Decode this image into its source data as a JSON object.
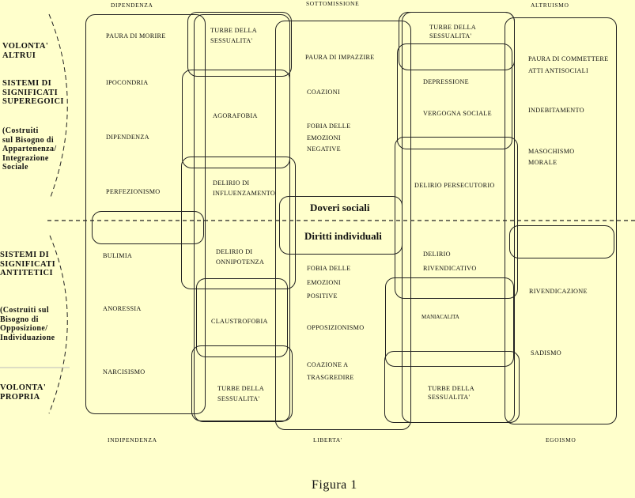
{
  "axes": {
    "top": [
      "DIPENDENZA",
      "SOTTOMISSIONE",
      "ALTRUISMO"
    ],
    "bottom": [
      "INDIPENDENZA",
      "LIBERTA'",
      "EGOISMO"
    ]
  },
  "left_panel": {
    "volonta_altrui": "VOLONTA'\nALTRUI",
    "sistemi_superegoici": "SISTEMI DI\nSIGNIFICATI\nSUPEREGOICI",
    "costruiti_appartenenza": "(Costruiti\nsul Bisogno di\nAppartenenza/\nIntegrazione\nSociale",
    "sistemi_antitetici": "SISTEMI DI\nSIGNIFICATI\nANTITETICI",
    "costruiti_opposizione": "(Costruiti sul\nBisogno di\nOpposizione/\nIndividuazione",
    "volonta_propria": "VOLONTA'\nPROPRIA"
  },
  "center": {
    "doveri": "Doveri sociali",
    "diritti": "Diritti individuali"
  },
  "labels": {
    "paura_morire": "PAURA DI MORIRE",
    "ipocondria": "IPOCONDRIA",
    "dipendenza": "DIPENDENZA",
    "perfezionismo": "PERFEZIONISMO",
    "bulimia": "BULIMIA",
    "anoressia": "ANORESSIA",
    "narcisismo": "NARCISISMO",
    "turbe_top_left": "TURBE DELLA\nSESSUALITA'",
    "agorafobia": "AGORAFOBIA",
    "delirio_influenzamento": "DELIRIO DI\nINFLUENZAMENTO",
    "delirio_onnipotenza": "DELIRIO DI\nONNIPOTENZA",
    "claustrofobia": "CLAUSTROFOBIA",
    "turbe_bottom_left": "TURBE DELLA\nSESSUALITA'",
    "paura_impazzire": "PAURA DI IMPAZZIRE",
    "coazioni": "COAZIONI",
    "fobia_negative": "FOBIA DELLE\nEMOZIONI\n NEGATIVE",
    "fobia_positive": "FOBIA DELLE\nEMOZIONI\nPOSITIVE",
    "opposizionismo": "OPPOSIZIONISMO",
    "coazione_trasgredire": "COAZIONE A\nTRASGREDIRE",
    "turbe_top_right": "TURBE DELLA\nSESSUALITA'",
    "depressione": "DEPRESSIONE",
    "vergogna": "VERGOGNA SOCIALE",
    "delirio_persecutorio": "DELIRIO PERSECUTORIO",
    "delirio_rivendicativo": "DELIRIO\nRIVENDICATIVO",
    "maniacalita": "MANIACALITA",
    "turbe_bottom_right": "TURBE DELLA\nSESSUALITA'",
    "paura_atti": "PAURA DI COMMETTERE\nATTI ANTISOCIALI",
    "indebitamento": "INDEBITAMENTO",
    "masochismo": "MASOCHISMO\nMORALE",
    "rivendicazione": "RIVENDICAZIONE",
    "sadismo": "SADISMO"
  },
  "caption": "Figura 1"
}
